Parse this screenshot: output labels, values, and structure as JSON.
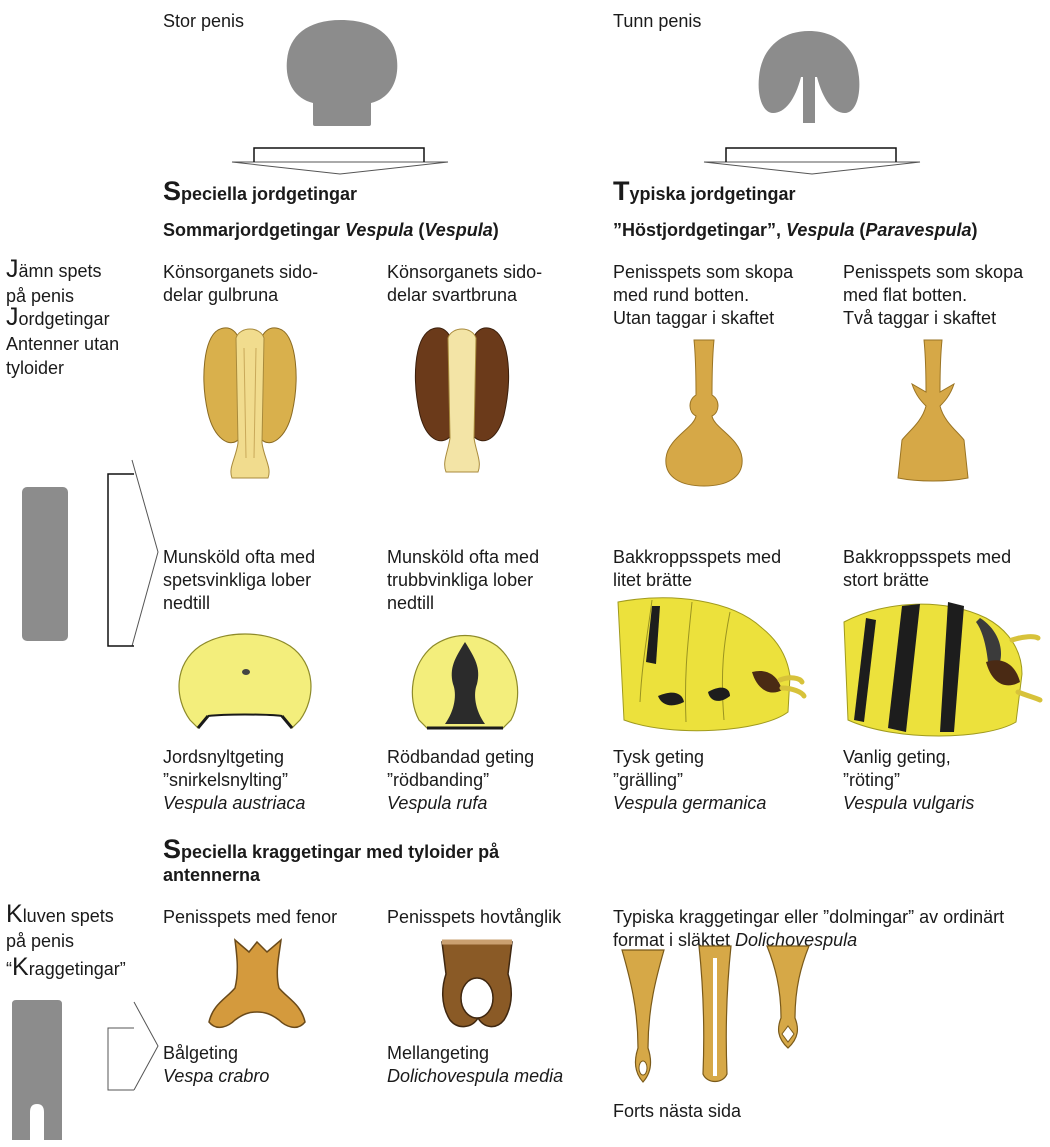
{
  "top": {
    "large_penis": "Stor penis",
    "thin_penis": "Tunn penis"
  },
  "headings": {
    "special_ground_cap": "S",
    "special_ground_rest": "peciella jordgetingar",
    "typical_ground_cap": "T",
    "typical_ground_rest": "ypiska jordgetingar",
    "summer_prefix": "Sommarjordgetingar ",
    "summer_genus": "Vespula",
    "summer_open": " (",
    "summer_subgenus": "Vespula",
    "summer_close": ")",
    "autumn_prefix": "”Höstjordgetingar”, ",
    "autumn_genus": "Vespula",
    "autumn_open": " (",
    "autumn_subgenus": "Paravespula",
    "autumn_close": ")",
    "special_kragg_cap": "S",
    "special_kragg_line1": "peciella kraggetingar med tyloider på",
    "special_kragg_line2": "antennerna"
  },
  "left": {
    "even_tip": [
      "J",
      "ämn spets",
      "på penis",
      "J",
      "ordgetingar",
      "Antenner utan",
      "tyloider"
    ],
    "split_tip": [
      "K",
      "luven spets",
      "på penis",
      "“",
      "K",
      "raggetingar”"
    ]
  },
  "row1": {
    "col1": [
      "Könsorganets sido-",
      "delar gulbruna"
    ],
    "col2": [
      "Könsorganets sido-",
      "delar svartbruna"
    ],
    "col3": [
      "Penisspets som skopa",
      "med rund botten.",
      "Utan taggar i skaftet"
    ],
    "col4": [
      "Penisspets som skopa",
      "med flat botten.",
      "Två taggar i skaftet"
    ]
  },
  "row2": {
    "col1": [
      "Munsköld ofta med",
      "spetsvinkliga lober",
      "nedtill"
    ],
    "col2": [
      "Munsköld ofta med",
      "trubbvinkliga lober",
      "nedtill"
    ],
    "col3": [
      "Bakkroppsspets med",
      "litet brätte"
    ],
    "col4": [
      "Bakkroppsspets med",
      "stort brätte"
    ]
  },
  "species": {
    "austriaca": [
      "Jordsnyltgeting",
      "”snirkelsnylting”",
      "Vespula austriaca"
    ],
    "rufa": [
      "Rödbandad geting",
      "”rödbanding”",
      "Vespula rufa"
    ],
    "germanica": [
      "Tysk geting",
      "”grälling”",
      "Vespula germanica"
    ],
    "vulgaris": [
      "Vanlig geting,",
      "”röting”",
      "Vespula vulgaris"
    ]
  },
  "row3": {
    "fins": "Penisspets med fenor",
    "hoof": "Penisspets hovtånglik",
    "typical_line1": "Typiska kraggetingar eller ”dolmingar” av ordinärt",
    "typical_line2_prefix": "format i släktet ",
    "typical_line2_genus": "Dolichovespula",
    "crabro": [
      "Bålgeting",
      "Vespa crabro"
    ],
    "media": [
      "Mellangeting",
      "Dolichovespula media"
    ],
    "continued": "Forts nästa sida"
  },
  "colors": {
    "gray_shape": "#8c8c8c",
    "pale_yellow": "#f2ec7a",
    "ochre": "#d4a13a",
    "dark_brown": "#5b3417",
    "wasp_yellow": "#ece13c",
    "black": "#1d1d1d"
  }
}
